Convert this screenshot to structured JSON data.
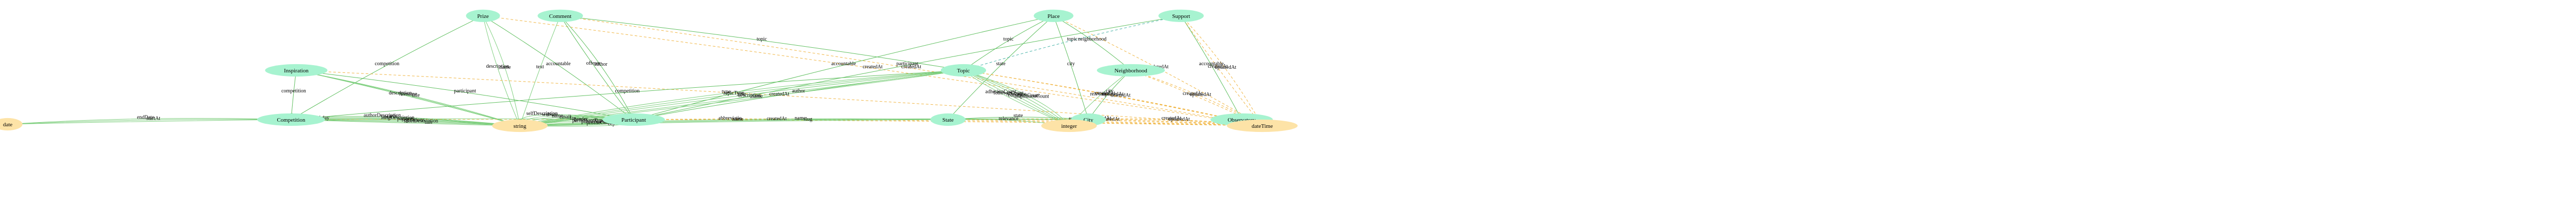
{
  "colors": {
    "entity_fill": "#a7f3d0",
    "type_fill": "#fde3a7",
    "edge_relation": "#5fbf5f",
    "edge_attribute": "#7fcf7f",
    "edge_datetime": "#f0b542",
    "edge_support": "#49b3a8"
  },
  "nodes": [
    {
      "id": "prize",
      "label": "Prize",
      "kind": "entity"
    },
    {
      "id": "comment",
      "label": "Comment",
      "kind": "entity"
    },
    {
      "id": "place",
      "label": "Place",
      "kind": "entity"
    },
    {
      "id": "support",
      "label": "Support",
      "kind": "entity"
    },
    {
      "id": "inspiration",
      "label": "Inspiration",
      "kind": "entity"
    },
    {
      "id": "topic",
      "label": "Topic",
      "kind": "entity"
    },
    {
      "id": "neighborhood",
      "label": "Neighborhood",
      "kind": "entity"
    },
    {
      "id": "competition",
      "label": "Competition",
      "kind": "entity"
    },
    {
      "id": "participant",
      "label": "Participant",
      "kind": "entity"
    },
    {
      "id": "state",
      "label": "State",
      "kind": "entity"
    },
    {
      "id": "city",
      "label": "City",
      "kind": "entity"
    },
    {
      "id": "observatory",
      "label": "Observatory",
      "kind": "entity"
    },
    {
      "id": "date",
      "label": "date",
      "kind": "type"
    },
    {
      "id": "string",
      "label": "string",
      "kind": "type"
    },
    {
      "id": "integer",
      "label": "integer",
      "kind": "type"
    },
    {
      "id": "datetime",
      "label": "dateTime",
      "kind": "type"
    }
  ],
  "edges": [
    {
      "from": "prize",
      "to": "competition",
      "label": "competition",
      "style": "relation"
    },
    {
      "from": "prize",
      "to": "string",
      "label": "description",
      "style": "attribute"
    },
    {
      "from": "prize",
      "to": "string",
      "label": "name",
      "style": "attribute"
    },
    {
      "from": "prize",
      "to": "participant",
      "label": "accountable",
      "style": "relation"
    },
    {
      "from": "prize",
      "to": "datetime",
      "label": "createdAt",
      "style": "datetime"
    },
    {
      "from": "comment",
      "to": "topic",
      "label": "topic",
      "style": "relation"
    },
    {
      "from": "comment",
      "to": "participant",
      "label": "offerer",
      "style": "relation"
    },
    {
      "from": "comment",
      "to": "participant",
      "label": "author",
      "style": "relation"
    },
    {
      "from": "comment",
      "to": "string",
      "label": "text",
      "style": "attribute"
    },
    {
      "from": "comment",
      "to": "datetime",
      "label": "createdAt",
      "style": "datetime"
    },
    {
      "from": "place",
      "to": "topic",
      "label": "topic",
      "style": "relation"
    },
    {
      "from": "place",
      "to": "participant",
      "label": "accountable",
      "style": "relation"
    },
    {
      "from": "place",
      "to": "neighborhood",
      "label": "neighborhood",
      "style": "relation"
    },
    {
      "from": "place",
      "to": "city",
      "label": "city",
      "style": "relation"
    },
    {
      "from": "place",
      "to": "state",
      "label": "state",
      "style": "relation"
    },
    {
      "from": "place",
      "to": "datetime",
      "label": "updatedAt",
      "style": "datetime"
    },
    {
      "from": "support",
      "to": "topic",
      "label": "topic",
      "style": "support"
    },
    {
      "from": "support",
      "to": "participant",
      "label": "participant",
      "style": "relation"
    },
    {
      "from": "support",
      "to": "observatory",
      "label": "accountable",
      "style": "relation"
    },
    {
      "from": "support",
      "to": "datetime",
      "label": "createdAt",
      "style": "datetime"
    },
    {
      "from": "support",
      "to": "datetime",
      "label": "updatedAt",
      "style": "datetime"
    },
    {
      "from": "inspiration",
      "to": "competition",
      "label": "competition",
      "style": "relation"
    },
    {
      "from": "inspiration",
      "to": "participant",
      "label": "participant",
      "style": "relation"
    },
    {
      "from": "inspiration",
      "to": "string",
      "label": "description",
      "style": "attribute"
    },
    {
      "from": "inspiration",
      "to": "string",
      "label": "filename",
      "style": "attribute"
    },
    {
      "from": "inspiration",
      "to": "string",
      "label": "title",
      "style": "attribute"
    },
    {
      "from": "inspiration",
      "to": "datetime",
      "label": "createdAt",
      "style": "datetime"
    },
    {
      "from": "topic",
      "to": "competition",
      "label": "competition",
      "style": "relation"
    },
    {
      "from": "topic",
      "to": "participant",
      "label": "author",
      "style": "relation"
    },
    {
      "from": "topic",
      "to": "string",
      "label": "type",
      "style": "attribute"
    },
    {
      "from": "topic",
      "to": "string",
      "label": "topicType",
      "style": "attribute"
    },
    {
      "from": "topic",
      "to": "string",
      "label": "title",
      "style": "attribute"
    },
    {
      "from": "topic",
      "to": "string",
      "label": "description",
      "style": "attribute"
    },
    {
      "from": "topic",
      "to": "integer",
      "label": "adhesionCount",
      "style": "attribute"
    },
    {
      "from": "topic",
      "to": "string",
      "label": "name",
      "style": "attribute"
    },
    {
      "from": "topic",
      "to": "integer",
      "label": "followerCount",
      "style": "attribute"
    },
    {
      "from": "topic",
      "to": "integer",
      "label": "relevance",
      "style": "attribute"
    },
    {
      "from": "topic",
      "to": "integer",
      "label": "commentCount",
      "style": "attribute"
    },
    {
      "from": "topic",
      "to": "integer",
      "label": "inspirationCount",
      "style": "attribute"
    },
    {
      "from": "topic",
      "to": "datetime",
      "label": "createdAt",
      "style": "datetime"
    },
    {
      "from": "topic",
      "to": "datetime",
      "label": "updatedAt",
      "style": "datetime"
    },
    {
      "from": "topic",
      "to": "datetime",
      "label": "deletedAt",
      "style": "datetime"
    },
    {
      "from": "neighborhood",
      "to": "city",
      "label": "city",
      "style": "relation"
    },
    {
      "from": "neighborhood",
      "to": "integer",
      "label": "relevance",
      "style": "attribute"
    },
    {
      "from": "neighborhood",
      "to": "datetime",
      "label": "createdAt",
      "style": "datetime"
    },
    {
      "from": "neighborhood",
      "to": "datetime",
      "label": "updatedAt",
      "style": "datetime"
    },
    {
      "from": "competition",
      "to": "date",
      "label": "endDate",
      "style": "attribute"
    },
    {
      "from": "competition",
      "to": "date",
      "label": "startAt",
      "style": "attribute"
    },
    {
      "from": "competition",
      "to": "string",
      "label": "authorDescription",
      "style": "attribute"
    },
    {
      "from": "competition",
      "to": "string",
      "label": "awards",
      "style": "attribute"
    },
    {
      "from": "competition",
      "to": "string",
      "label": "longDescription",
      "style": "attribute"
    },
    {
      "from": "competition",
      "to": "string",
      "label": "partners",
      "style": "attribute"
    },
    {
      "from": "competition",
      "to": "string",
      "label": "regulations",
      "style": "attribute"
    },
    {
      "from": "competition",
      "to": "string",
      "label": "shortDescription",
      "style": "attribute"
    },
    {
      "from": "competition",
      "to": "string",
      "label": "title",
      "style": "attribute"
    },
    {
      "from": "competition",
      "to": "datetime",
      "label": "createdAt",
      "style": "datetime"
    },
    {
      "from": "participant",
      "to": "string",
      "label": "selfDescription",
      "style": "attribute"
    },
    {
      "from": "participant",
      "to": "string",
      "label": "website",
      "style": "attribute"
    },
    {
      "from": "participant",
      "to": "string",
      "label": "name",
      "style": "attribute"
    },
    {
      "from": "participant",
      "to": "string",
      "label": "email",
      "style": "attribute"
    },
    {
      "from": "participant",
      "to": "date",
      "label": "birthday",
      "style": "attribute"
    },
    {
      "from": "participant",
      "to": "string",
      "label": "fax",
      "style": "attribute"
    },
    {
      "from": "participant",
      "to": "string",
      "label": "gender",
      "style": "attribute"
    },
    {
      "from": "participant",
      "to": "string",
      "label": "participantType",
      "style": "attribute"
    },
    {
      "from": "participant",
      "to": "string",
      "label": "phoneNumber",
      "style": "attribute"
    },
    {
      "from": "participant",
      "to": "string",
      "label": "profileCondition",
      "style": "attribute"
    },
    {
      "from": "participant",
      "to": "string",
      "label": "cep",
      "style": "attribute"
    },
    {
      "from": "participant",
      "to": "datetime",
      "label": "createdAt",
      "style": "datetime"
    },
    {
      "from": "participant",
      "to": "datetime",
      "label": "updatedAt",
      "style": "datetime"
    },
    {
      "from": "state",
      "to": "string",
      "label": "abbreviatio",
      "style": "attribute"
    },
    {
      "from": "state",
      "to": "string",
      "label": "name",
      "style": "attribute"
    },
    {
      "from": "state",
      "to": "integer",
      "label": "relevance",
      "style": "attribute"
    },
    {
      "from": "state",
      "to": "datetime",
      "label": "createdAt",
      "style": "datetime"
    },
    {
      "from": "state",
      "to": "datetime",
      "label": "updatedAt",
      "style": "datetime"
    },
    {
      "from": "city",
      "to": "state",
      "label": "state",
      "style": "relation"
    },
    {
      "from": "city",
      "to": "string",
      "label": "name",
      "style": "attribute"
    },
    {
      "from": "city",
      "to": "string",
      "label": "slug",
      "style": "attribute"
    },
    {
      "from": "city",
      "to": "integer",
      "label": "relevance",
      "style": "attribute"
    },
    {
      "from": "city",
      "to": "datetime",
      "label": "createdAt",
      "style": "datetime"
    },
    {
      "from": "city",
      "to": "datetime",
      "label": "updatedAt",
      "style": "datetime"
    },
    {
      "from": "observatory",
      "to": "datetime",
      "label": "createdAt",
      "style": "datetime"
    },
    {
      "from": "observatory",
      "to": "datetime",
      "label": "updatedAt",
      "style": "datetime"
    }
  ]
}
